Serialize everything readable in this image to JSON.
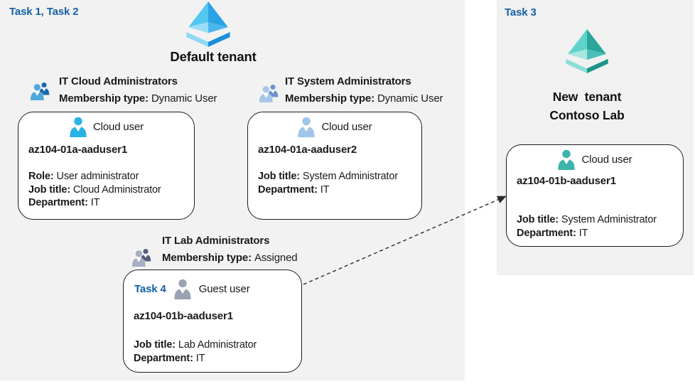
{
  "page": {
    "task12_label": "Task 1, Task 2"
  },
  "default_tenant": {
    "title": "Default tenant",
    "icon": "azure-ad-tenant-icon-blue",
    "groups": [
      {
        "name": "IT Cloud Administrators",
        "membership_label": "Membership type:",
        "membership_value": "Dynamic User",
        "icon": "group-icon-blue"
      },
      {
        "name": "IT System Administrators",
        "membership_label": "Membership type:",
        "membership_value": "Dynamic User",
        "icon": "group-icon-lightblue"
      },
      {
        "name": "IT Lab Administrators",
        "membership_label": "Membership type:",
        "membership_value": "Assigned",
        "icon": "group-icon-gray"
      }
    ],
    "users": [
      {
        "type_label": "Cloud user",
        "name": "az104-01a-aaduser1",
        "icon": "cloud-user-icon-cyan",
        "fields": [
          {
            "label": "Role:",
            "value": "User administrator"
          },
          {
            "label": "Job title:",
            "value": "Cloud Administrator"
          },
          {
            "label": "Department:",
            "value": "IT"
          }
        ]
      },
      {
        "type_label": "Cloud user",
        "name": "az104-01a-aaduser2",
        "icon": "cloud-user-icon-steelblue",
        "fields": [
          {
            "label": "Job title:",
            "value": "System Administrator"
          },
          {
            "label": "Department:",
            "value": "IT"
          }
        ]
      },
      {
        "task_label": "Task 4",
        "type_label": "Guest user",
        "name": "az104-01b-aaduser1",
        "icon": "guest-user-icon-gray",
        "fields": [
          {
            "label": "Job title:",
            "value": "Lab Administrator"
          },
          {
            "label": "Department:",
            "value": "IT"
          }
        ]
      }
    ]
  },
  "new_tenant": {
    "task_label": "Task 3",
    "title_line1": "New  tenant",
    "title_line2": "Contoso Lab",
    "icon": "azure-ad-tenant-icon-teal",
    "user": {
      "type_label": "Cloud user",
      "name": "az104-01b-aaduser1",
      "icon": "cloud-user-icon-teal",
      "fields": [
        {
          "label": "Job title:",
          "value": "System Administrator"
        },
        {
          "label": "Department:",
          "value": "IT"
        }
      ]
    }
  },
  "colors": {
    "task_text": "#1360a6",
    "left_bg": "#f2f2f2",
    "panel_bg": "#f1f1f1",
    "azuread_blue": "#35b4ea",
    "azuread_teal": "#3cb8ae",
    "cloud_user1": "#29b2e8",
    "cloud_user2": "#9fc5e8",
    "cloud_user_new": "#3db3ab",
    "guest_user": "#9aa3b3",
    "group1_front": "#4fa8dc",
    "group1_back": "#1467b0",
    "group2_front": "#a6c6e8",
    "group2_back": "#6b94ce",
    "group3_front": "#a7adc2",
    "group3_back": "#565c7a"
  }
}
